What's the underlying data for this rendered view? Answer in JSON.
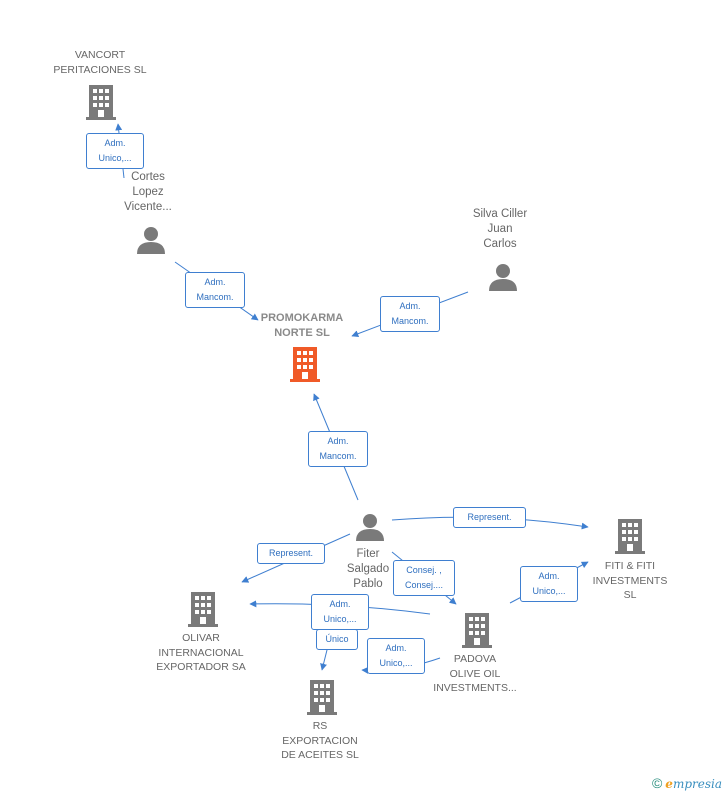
{
  "colors": {
    "accent": "#3f7fd0",
    "icon": "#7a7a7a",
    "main_company": "#f05a28",
    "text": "#666666"
  },
  "nodes": {
    "vancort": {
      "label": "VANCORT\nPERITACIONES SL",
      "icon": "building-icon"
    },
    "cortes": {
      "label": "Cortes\nLopez\nVicente...",
      "icon": "person-icon"
    },
    "silva": {
      "label": "Silva Ciller\nJuan\nCarlos",
      "icon": "person-icon"
    },
    "promokarma": {
      "label": "PROMOKARMA\nNORTE  SL",
      "icon": "building-icon"
    },
    "fiter": {
      "label": "Fiter\nSalgado\nPablo",
      "icon": "person-icon"
    },
    "fiti": {
      "label": "FITI & FITI\nINVESTMENTS\nSL",
      "icon": "building-icon"
    },
    "olivar": {
      "label": "OLIVAR\nINTERNACIONAL\nEXPORTADOR SA",
      "icon": "building-icon"
    },
    "padova": {
      "label": "PADOVA\nOLIVE OIL\nINVESTMENTS...",
      "icon": "building-icon"
    },
    "rs": {
      "label": "RS\nEXPORTACION\nDE ACEITES SL",
      "icon": "building-icon"
    }
  },
  "relations": {
    "r1": "Adm.\nUnico,...",
    "r2": "Adm.\nMancom.",
    "r3": "Adm.\nMancom.",
    "r4": "Adm.\nMancom.",
    "r5": "Represent.",
    "r6": "Represent.",
    "r7": "Consej. ,\nConsej....",
    "r8": "Adm.\nUnico,...",
    "r9": "Adm.\nUnico,...",
    "r10": "Único",
    "r11": "Adm.\nUnico,..."
  },
  "footer": {
    "copyright": "©",
    "brand_e": "e",
    "brand_rest": "mpresia"
  }
}
